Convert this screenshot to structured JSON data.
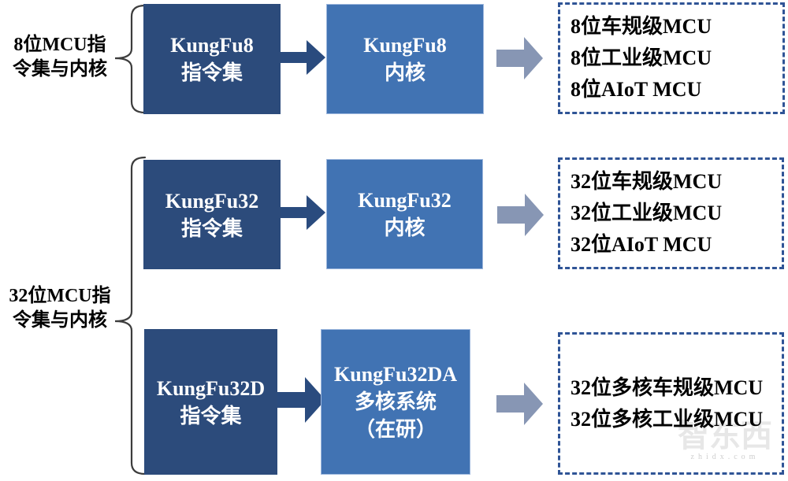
{
  "diagram": {
    "groups": [
      {
        "label_lines": [
          "8位MCU指",
          "令集与内核"
        ]
      },
      {
        "label_lines": [
          "32位MCU指",
          "令集与内核"
        ]
      }
    ],
    "rows": [
      {
        "instruction_set_lines": [
          "KungFu8",
          "指令集"
        ],
        "core_lines": [
          "KungFu8",
          "内核"
        ],
        "products": [
          "8位车规级MCU",
          "8位工业级MCU",
          "8位AIoT MCU"
        ]
      },
      {
        "instruction_set_lines": [
          "KungFu32",
          "指令集"
        ],
        "core_lines": [
          "KungFu32",
          "内核"
        ],
        "products": [
          "32位车规级MCU",
          "32位工业级MCU",
          "32位AIoT MCU"
        ]
      },
      {
        "instruction_set_lines": [
          "KungFu32D",
          "指令集"
        ],
        "core_lines": [
          "KungFu32DA",
          "多核系统",
          "（在研）"
        ],
        "products": [
          "32位多核车规级MCU",
          "32位多核工业级MCU"
        ]
      }
    ],
    "watermark": {
      "text": "智东西",
      "subtext": "zhidx.com"
    },
    "colors": {
      "instruction_box": "#2c4b7b",
      "core_box": "#4173b3",
      "flow_arrow": "#2a4b7e",
      "output_arrow": "#8796b4",
      "dashed_border": "#2f5496",
      "brace_stroke": "#3d3d3d"
    }
  }
}
